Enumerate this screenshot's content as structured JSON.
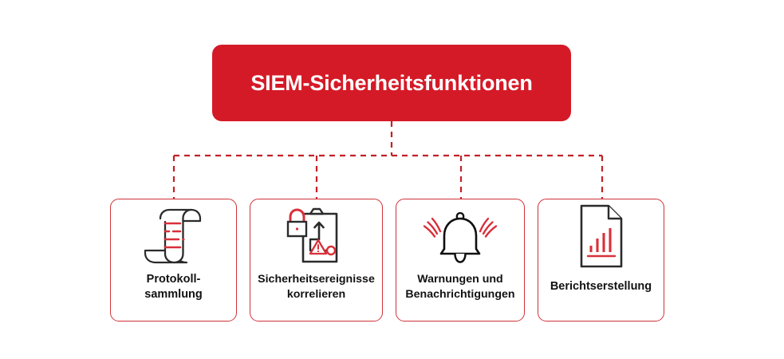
{
  "diagram": {
    "type": "hierarchy-tree",
    "language": "de",
    "background_color": "#FFFFFF",
    "accent_color": "#D51A27",
    "card_border_color": "#CF3339",
    "connector_color": "#C32026",
    "connector_style": "dashed",
    "root": {
      "title": "SIEM-Sicherheitsfunktionen",
      "text_color": "#FFFFFF",
      "fill_color": "#D51A27"
    },
    "children": [
      {
        "id": "log-collection",
        "label": "Protokoll-\nsammlung",
        "icon": "scroll-document-icon"
      },
      {
        "id": "event-correlation",
        "label": "Sicherheitsereignisse\nkorrelieren",
        "icon": "clipboard-lock-warning-icon"
      },
      {
        "id": "alerts-notifications",
        "label": "Warnungen und\nBenachrichtigungen",
        "icon": "ringing-bell-icon"
      },
      {
        "id": "reporting",
        "label": "Berichtserstellung",
        "icon": "document-bar-chart-icon"
      }
    ]
  }
}
